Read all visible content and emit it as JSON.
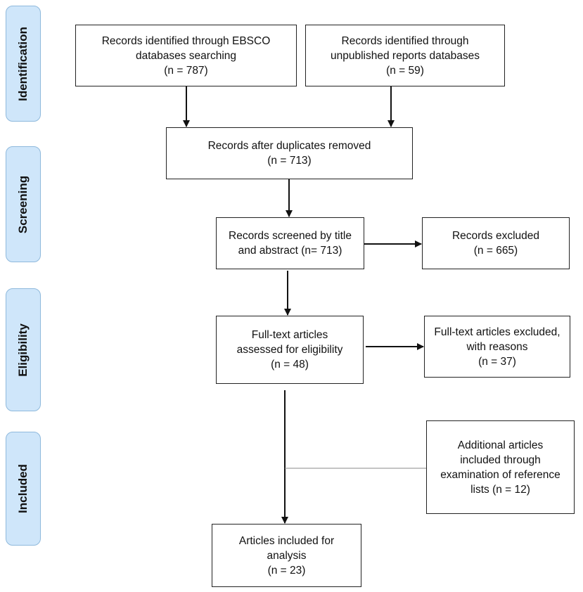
{
  "phases": {
    "identification": "Identification",
    "screening": "Screening",
    "eligibility": "Eligibility",
    "included": "Included"
  },
  "boxes": {
    "ebsco": {
      "line1": "Records identified through EBSCO",
      "line2": "databases searching",
      "line3": "(n = 787)"
    },
    "unpublished": {
      "line1": "Records identified through",
      "line2": "unpublished reports databases",
      "line3": "(n = 59)"
    },
    "duplicates_removed": {
      "line1": "Records after duplicates removed",
      "line2": "(n = 713)"
    },
    "screened": {
      "line1": "Records screened by title",
      "line2": "and abstract (n= 713)"
    },
    "excluded": {
      "line1": "Records excluded",
      "line2": "(n = 665)"
    },
    "fulltext_assessed": {
      "line1": "Full-text articles",
      "line2": "assessed for eligibility",
      "line3": "(n = 48)"
    },
    "fulltext_excluded": {
      "line1": "Full-text articles excluded,",
      "line2": "with reasons",
      "line3": "(n = 37)"
    },
    "additional": {
      "line1": "Additional articles",
      "line2": "included through",
      "line3": "examination of reference",
      "line4": "lists (n = 12)"
    },
    "included_analysis": {
      "line1": "Articles included for",
      "line2": "analysis",
      "line3": "(n = 23)"
    }
  }
}
